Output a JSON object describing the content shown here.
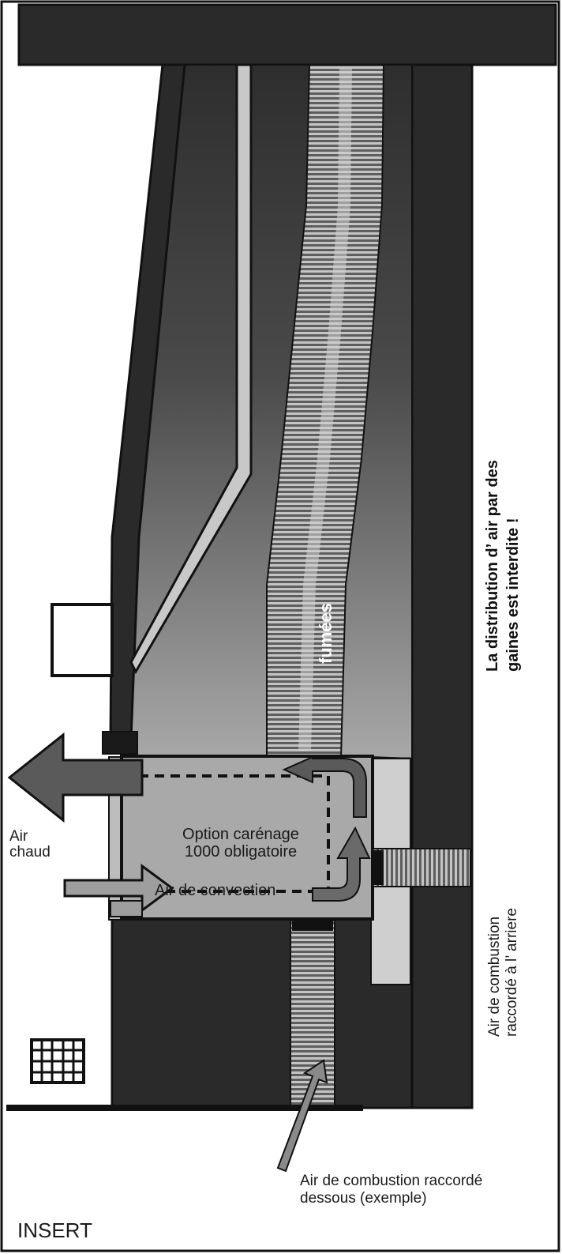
{
  "labels": {
    "fumees": "fumées",
    "warning_line1": "La distribution d’ air par des",
    "warning_line2": "gaines est interdite !",
    "air_chaud_line1": "Air",
    "air_chaud_line2": "chaud",
    "option_line1": "Option carénage",
    "option_line2": "1000 obligatoire",
    "air_convection": "Air de convection",
    "rear_line1": "Air de combustion",
    "rear_line2": "raccordé à l’  arriere",
    "below_line1": "Air de combustion raccordé",
    "below_line2": "dessous (exemple)",
    "insert": "INSERT"
  },
  "colors": {
    "outline": "#111111",
    "wall": "#2a2a2a",
    "chimney_top": "#2e2e2e",
    "chimney_bottom": "#a8a8a8",
    "flue": "#8c8c8c",
    "flue_light": "#c8c8c8",
    "insert_body": "#a9a9a9",
    "arrow_dark": "#5a5a5a",
    "arrow_light": "#9e9e9e",
    "pipe_light": "#cfcfcf"
  },
  "icons": {
    "vent_grille": "grid-icon"
  }
}
